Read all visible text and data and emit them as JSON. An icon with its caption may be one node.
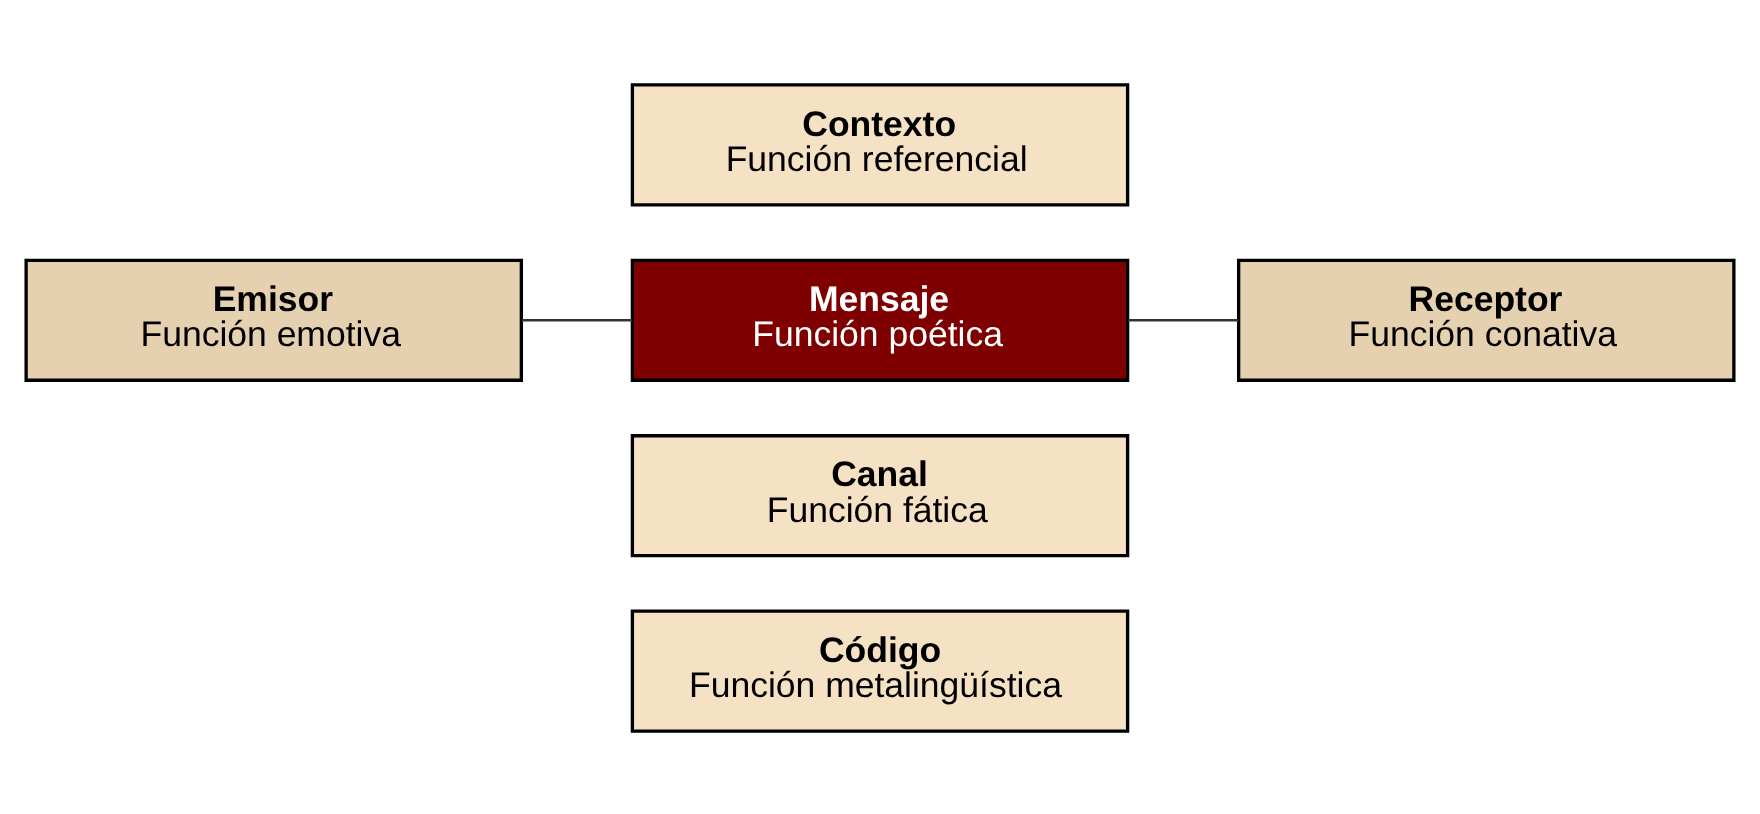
{
  "diagram": {
    "nodes": [
      {
        "text": [
          "Contexto",
          "Función referencial"
        ]
      },
      {
        "text": [
          "Emisor",
          "Función emotiva"
        ]
      },
      {
        "text": [
          "Mensaje",
          "Función poética"
        ]
      },
      {
        "text": [
          "Receptor",
          "Función conativa"
        ]
      },
      {
        "text": [
          "Canal",
          "Función fática"
        ]
      },
      {
        "text": [
          "Código",
          "Función metalingüística"
        ]
      }
    ],
    "edges": [
      {
        "from": 1,
        "to": 2,
        "arrow": "none"
      },
      {
        "from": 2,
        "to": 3,
        "arrow": "none"
      }
    ]
  }
}
